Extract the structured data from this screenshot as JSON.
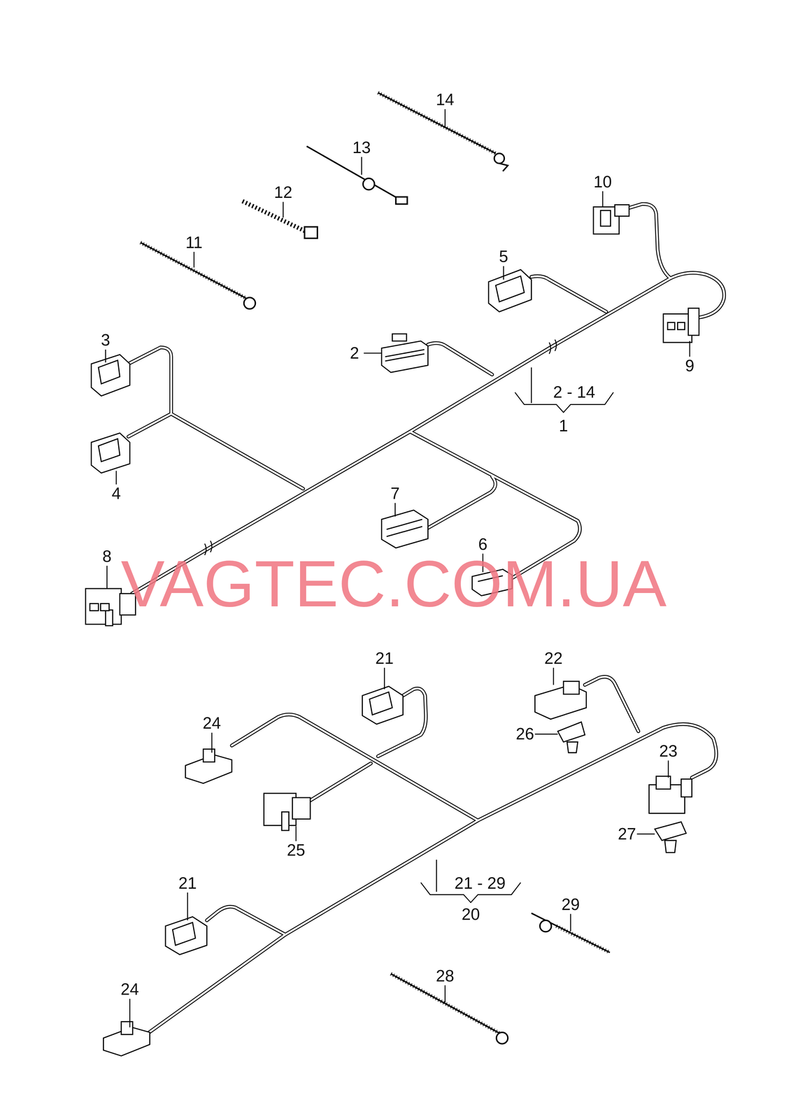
{
  "diagram": {
    "labels": [
      "14",
      "13",
      "10",
      "12",
      "5",
      "11",
      "3",
      "2",
      "9",
      "2 - 14",
      "1",
      "4",
      "7",
      "8",
      "6",
      "VAGTEC.COM.UA",
      "21",
      "22",
      "24",
      "26",
      "23",
      "25",
      "27",
      "21 - 29",
      "20",
      "21",
      "29",
      "24",
      "28"
    ]
  }
}
